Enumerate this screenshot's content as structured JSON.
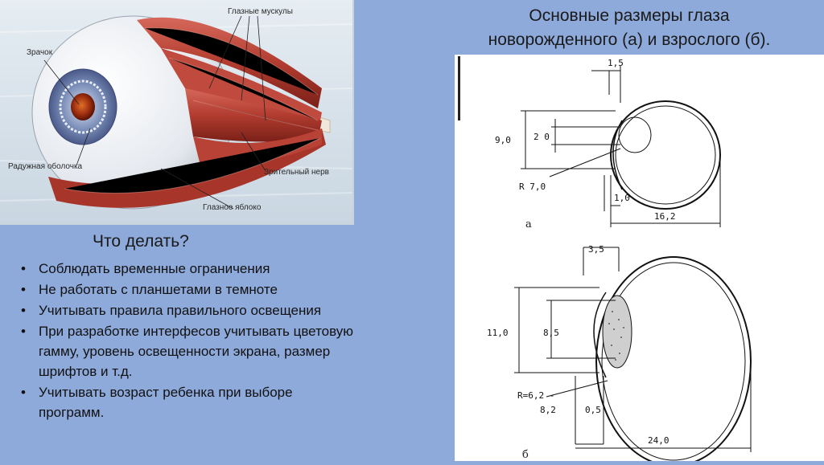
{
  "slide": {
    "title_line1": "Основные размеры глаза",
    "title_line2": "новорожденного (а) и взрослого (б)."
  },
  "photo": {
    "labels": {
      "muscles": "Глазные мускулы",
      "pupil": "Зрачок",
      "iris": "Радужная оболочка",
      "nerve": "Зрительный нерв",
      "eyeball": "Глазное яблоко"
    }
  },
  "section": {
    "title": "Что делать?",
    "bullets": [
      "Соблюдать временные ограничения",
      "Не работать с планшетами в темноте",
      "Учитывать правила правильного освещения",
      "При разработке интерфесов учитывать цветовую гамму, уровень освещенности экрана, размер шрифтов и т.д.",
      "Учитывать возраст ребенка при выборе программ."
    ]
  },
  "diagram_a": {
    "caption": "а",
    "dims": {
      "top": "1,5",
      "height_total": "9,0",
      "height_inner": "2 0",
      "radius": "R 7,0",
      "small": "1,0",
      "length": "16,2"
    }
  },
  "diagram_b": {
    "caption": "б",
    "dims": {
      "top": "3,5",
      "height_total": "11,0",
      "height_inner": "8,5",
      "radius_l1": "R=6,2 -",
      "radius_l2": "8,2",
      "small": "0,5",
      "length": "24,0"
    }
  },
  "colors": {
    "background": "#8eaadb",
    "panel": "#ffffff",
    "muscle": "#b8453a"
  }
}
